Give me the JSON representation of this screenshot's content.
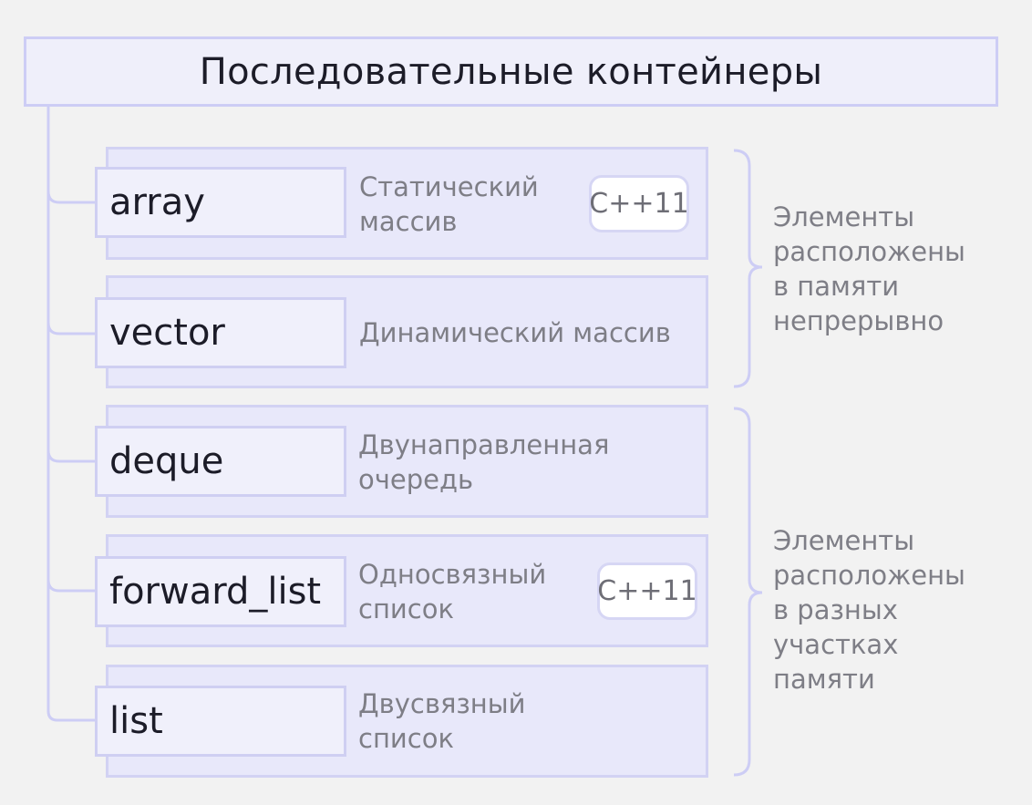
{
  "title": "Последовательные контейнеры",
  "containers": [
    {
      "name": "array",
      "description": "Статический\nмассив",
      "badge": "C++11"
    },
    {
      "name": "vector",
      "description": "Динамический массив",
      "badge": ""
    },
    {
      "name": "deque",
      "description": "Двунаправленная\nочередь",
      "badge": ""
    },
    {
      "name": "forward_list",
      "description": "Односвязный\nсписок",
      "badge": "C++11"
    },
    {
      "name": "list",
      "description": "Двусвязный\nсписок",
      "badge": ""
    }
  ],
  "groups": [
    {
      "label": "Элементы\nрасположены\nв памяти\nнепрерывно"
    },
    {
      "label": "Элементы\nрасположены\nв разных\nучастках\nпамяти"
    }
  ],
  "colors": {
    "background": "#f2f2f2",
    "panel_fill": "#e8e8fa",
    "panel_border": "#d2d2f3",
    "connector": "#cdcdf5",
    "text_dark": "#1c1c28",
    "text_muted": "#7e7e86"
  }
}
